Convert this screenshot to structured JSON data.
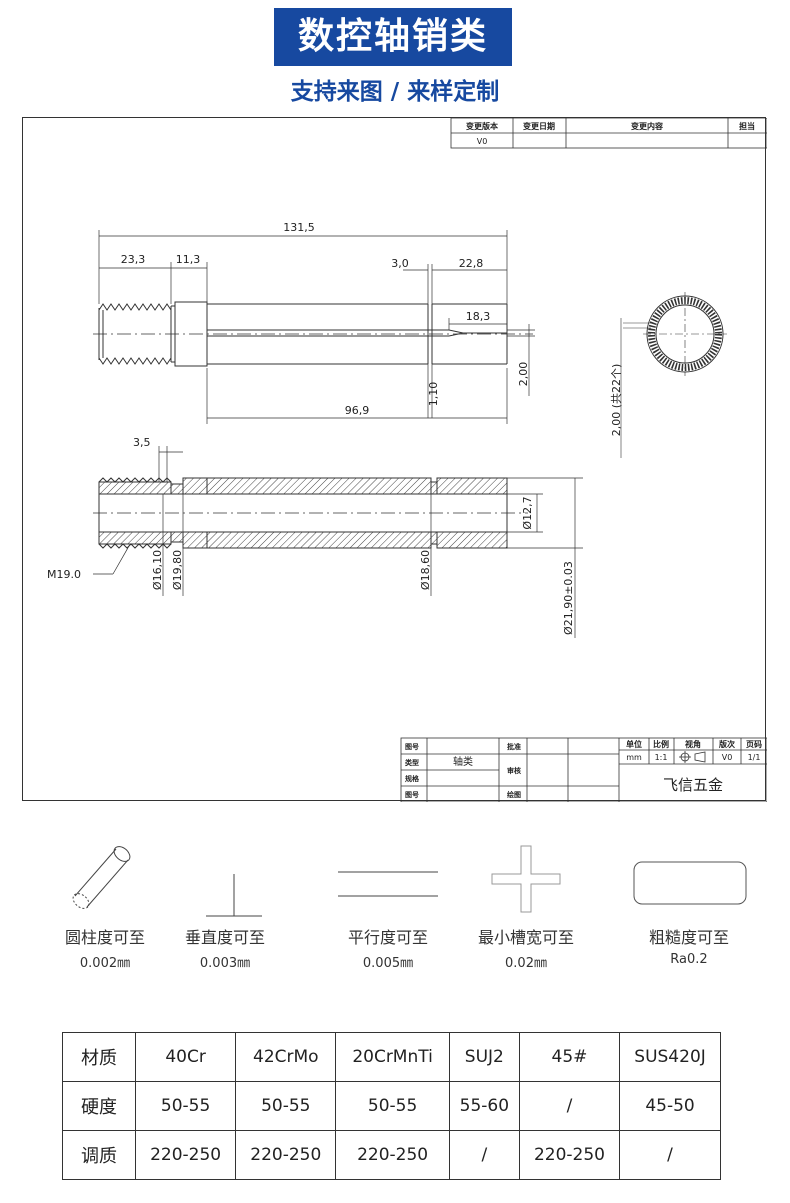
{
  "header": {
    "title": "数控轴销类",
    "subtitle": "支持来图 / 来样定制"
  },
  "revision_table": {
    "headers": [
      "变更版本",
      "变更日期",
      "变更内容",
      "担当"
    ],
    "row": [
      "V0",
      "",
      "",
      ""
    ]
  },
  "dimensions": {
    "overall_length": "131,5",
    "left_thread_len": "23,3",
    "groove_len": "11,3",
    "groove_width": "3,0",
    "right_len": "22,8",
    "slot_len": "18,3",
    "slot_width": "2,00",
    "slot_gap": "1,10",
    "slot_span": "96,9",
    "small_groove": "3,5",
    "thread": "M19.0",
    "d1": "Ø16,10",
    "d2": "Ø19,80",
    "d3": "Ø18,60",
    "d4": "Ø12,7",
    "d5": "Ø21,90±0.03",
    "knurl_pitch": "2,00 (共22个)"
  },
  "title_block": {
    "row_labels": [
      "图号",
      "类型",
      "规格",
      "图号"
    ],
    "type_value": "轴类",
    "approve_labels": [
      "批准",
      "审核",
      "绘图"
    ],
    "info_headers": [
      "单位",
      "比例",
      "视角",
      "版次",
      "页码"
    ],
    "info_values": [
      "mm",
      "1:1",
      "",
      "V0",
      "1/1"
    ],
    "company": "飞信五金"
  },
  "tolerances": [
    {
      "label": "圆柱度可至",
      "value": "0.002㎜"
    },
    {
      "label": "垂直度可至",
      "value": "0.003㎜"
    },
    {
      "label": "平行度可至",
      "value": "0.005㎜"
    },
    {
      "label": "最小槽宽可至",
      "value": "0.02㎜"
    },
    {
      "label": "粗糙度可至",
      "value": "Ra0.2"
    }
  ],
  "materials": {
    "rows": [
      {
        "head": "材质",
        "cells": [
          "40Cr",
          "42CrMo",
          "20CrMnTi",
          "SUJ2",
          "45#",
          "SUS420J"
        ]
      },
      {
        "head": "硬度",
        "cells": [
          "50-55",
          "50-55",
          "50-55",
          "55-60",
          "/",
          "45-50"
        ]
      },
      {
        "head": "调质",
        "cells": [
          "220-250",
          "220-250",
          "220-250",
          "/",
          "220-250",
          "/"
        ]
      }
    ]
  }
}
